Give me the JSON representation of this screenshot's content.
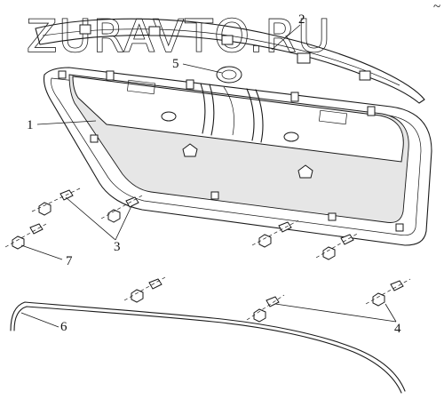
{
  "watermark": "ZURAVTO.RU",
  "corner_mark": "~",
  "callouts": [
    {
      "id": "1",
      "label": "1"
    },
    {
      "id": "2",
      "label": "2"
    },
    {
      "id": "3",
      "label": "3"
    },
    {
      "id": "4",
      "label": "4"
    },
    {
      "id": "5",
      "label": "5"
    },
    {
      "id": "6",
      "label": "6"
    },
    {
      "id": "7",
      "label": "7"
    }
  ],
  "colors": {
    "line": "#1a1a1a",
    "panel": "#e6e6e6",
    "background": "#ffffff"
  }
}
